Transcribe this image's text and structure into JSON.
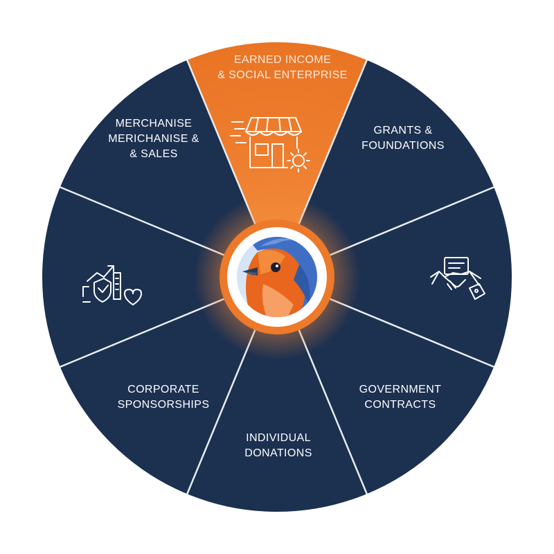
{
  "segments": [
    {
      "id": "earned-income",
      "lines": [
        "EARNED INCOME",
        "& SOCIAL ENTERPRISE"
      ],
      "highlighted": true,
      "icon": "storefront-gear-icon"
    },
    {
      "id": "grants-foundations",
      "lines": [
        "GRANTS &",
        "FOUNDATIONS"
      ],
      "highlighted": false,
      "icon": ""
    },
    {
      "id": "partnership",
      "lines": [],
      "highlighted": false,
      "icon": "handshake-contract-icon"
    },
    {
      "id": "government-contracts",
      "lines": [
        "GOVERNMENT",
        "CONTRACTS"
      ],
      "highlighted": false,
      "icon": ""
    },
    {
      "id": "individual-donations",
      "lines": [
        "INDIVIDUAL",
        "DONATIONS"
      ],
      "highlighted": false,
      "icon": ""
    },
    {
      "id": "corporate-sponsorships",
      "lines": [
        "CORPORATE",
        "SPONSORSHIPS"
      ],
      "highlighted": false,
      "icon": ""
    },
    {
      "id": "investment-growth",
      "lines": [],
      "highlighted": false,
      "icon": "growth-shield-heart-icon"
    },
    {
      "id": "merchandise-sales",
      "lines": [
        "MERCHANISE",
        "MERICHANISE &",
        "& SALES"
      ],
      "highlighted": false,
      "icon": ""
    }
  ],
  "center": {
    "icon": "robin-bird-icon"
  },
  "colors": {
    "wheel": "#1c3050",
    "divider": "#e8edf3",
    "highlight": "#ec7a2a",
    "ring": "#ec7a2a",
    "bird_orange": "#e8661d",
    "bird_blue": "#3f6fc4"
  }
}
